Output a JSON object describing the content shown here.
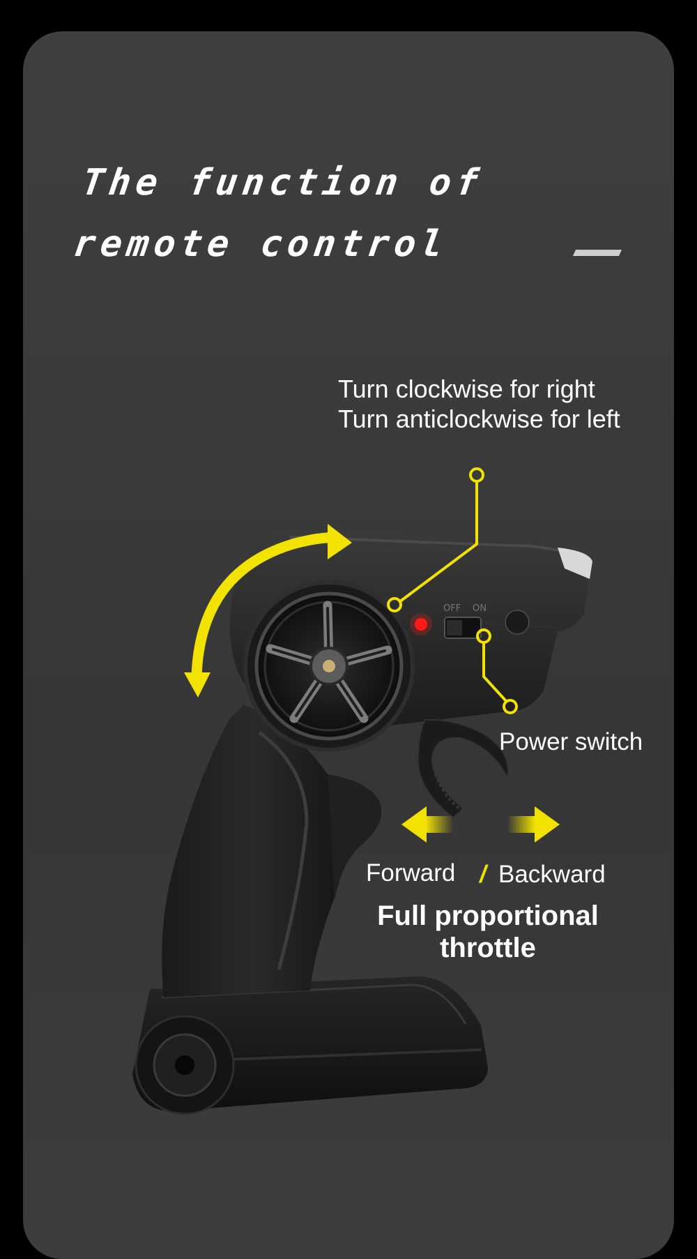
{
  "heading": {
    "line1": "The function of",
    "line2": "remote control"
  },
  "callouts": {
    "steering": {
      "line1": "Turn clockwise for right",
      "line2": "Turn anticlockwise for left"
    },
    "power": "Power switch",
    "forward": "Forward",
    "separator": "/",
    "backward": "Backward",
    "throttle": {
      "line1": "Full proportional",
      "line2": "throttle"
    }
  },
  "switch_marks": {
    "off": "OFF",
    "on": "ON"
  },
  "colors": {
    "accent": "#f2e200",
    "background": "#3b3b3b",
    "text": "#ffffff",
    "indicator_led": "#ff1a1a"
  }
}
